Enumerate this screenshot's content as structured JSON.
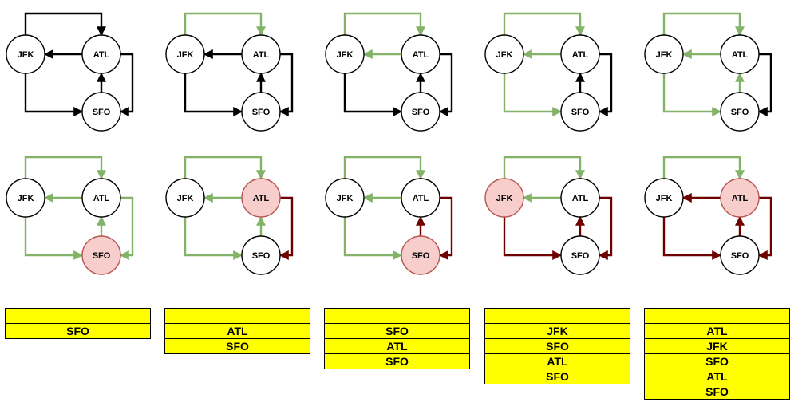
{
  "colors": {
    "black": "#000000",
    "green": "#82b366",
    "dark_red": "#6f0000",
    "node_fill": "#ffffff",
    "highlight_fill": "#f8cecc",
    "highlight_stroke": "#b85450",
    "stack_fill": "#ffff00"
  },
  "labels": {
    "jfk": "JFK",
    "atl": "ATL",
    "sfo": "SFO"
  },
  "panels": [
    {
      "highlight": "none",
      "edges": {
        "jfk_atl": "black",
        "atl_jfk": "black",
        "jfk_sfo": "black",
        "sfo_atl": "black",
        "atl_sfo": "black"
      }
    },
    {
      "highlight": "none",
      "edges": {
        "jfk_atl": "green",
        "atl_jfk": "black",
        "jfk_sfo": "black",
        "sfo_atl": "black",
        "atl_sfo": "black"
      }
    },
    {
      "highlight": "none",
      "edges": {
        "jfk_atl": "green",
        "atl_jfk": "green",
        "jfk_sfo": "black",
        "sfo_atl": "black",
        "atl_sfo": "black"
      }
    },
    {
      "highlight": "none",
      "edges": {
        "jfk_atl": "green",
        "atl_jfk": "green",
        "jfk_sfo": "green",
        "sfo_atl": "black",
        "atl_sfo": "black"
      }
    },
    {
      "highlight": "none",
      "edges": {
        "jfk_atl": "green",
        "atl_jfk": "green",
        "jfk_sfo": "green",
        "sfo_atl": "green",
        "atl_sfo": "black"
      }
    },
    {
      "highlight": "sfo",
      "edges": {
        "jfk_atl": "green",
        "atl_jfk": "green",
        "jfk_sfo": "green",
        "sfo_atl": "green",
        "atl_sfo": "green"
      }
    },
    {
      "highlight": "atl",
      "edges": {
        "jfk_atl": "green",
        "atl_jfk": "green",
        "jfk_sfo": "green",
        "sfo_atl": "green",
        "atl_sfo": "dark_red"
      }
    },
    {
      "highlight": "sfo",
      "edges": {
        "jfk_atl": "green",
        "atl_jfk": "green",
        "jfk_sfo": "green",
        "sfo_atl": "dark_red",
        "atl_sfo": "dark_red"
      }
    },
    {
      "highlight": "jfk",
      "edges": {
        "jfk_atl": "green",
        "atl_jfk": "green",
        "jfk_sfo": "dark_red",
        "sfo_atl": "dark_red",
        "atl_sfo": "dark_red"
      }
    },
    {
      "highlight": "atl",
      "edges": {
        "jfk_atl": "green",
        "atl_jfk": "dark_red",
        "jfk_sfo": "dark_red",
        "sfo_atl": "dark_red",
        "atl_sfo": "dark_red"
      }
    }
  ],
  "stacks": [
    {
      "cells": [
        "",
        "SFO"
      ]
    },
    {
      "cells": [
        "",
        "ATL",
        "SFO"
      ]
    },
    {
      "cells": [
        "",
        "SFO",
        "ATL",
        "SFO"
      ]
    },
    {
      "cells": [
        "",
        "JFK",
        "SFO",
        "ATL",
        "SFO"
      ]
    },
    {
      "cells": [
        "",
        "ATL",
        "JFK",
        "SFO",
        "ATL",
        "SFO"
      ]
    }
  ]
}
